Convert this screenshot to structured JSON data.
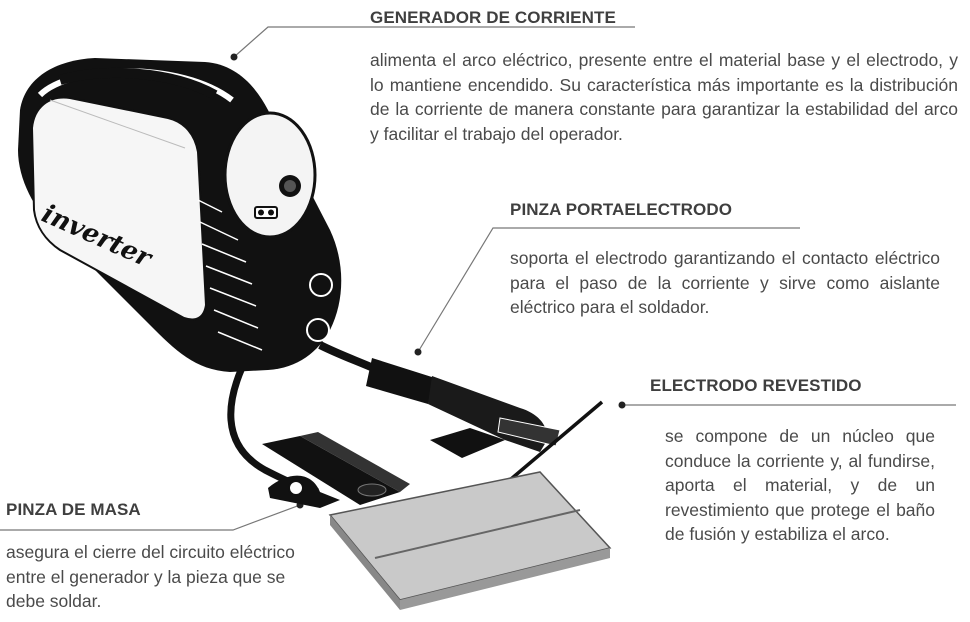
{
  "labels": {
    "generador": {
      "title": "GENERADOR DE CORRIENTE",
      "text": "alimenta el arco eléctrico, presente entre el material base y el electrodo, y lo mantiene encendido. Su característica más importante es la distribución de la corriente de manera constante para garantizar la estabilidad del arco y facilitar el trabajo del operador."
    },
    "portaelectrodo": {
      "title": "PINZA PORTAELECTRODO",
      "text": "soporta el electrodo garantizando el contacto eléctrico para el paso de la corriente y sirve como aislante eléctrico para el soldador."
    },
    "electrodo": {
      "title": "ELECTRODO REVESTIDO",
      "text": "se compone de un núcleo que conduce la corriente y, al fundirse, aporta el material, y de un revestimiento que protege el baño de fusión y estabiliza el arco."
    },
    "masa": {
      "title": "PINZA DE MASA",
      "text": "asegura el cierre del circuito eléctrico entre el generador y la pieza que se debe soldar."
    }
  },
  "machine_brand": "inverter"
}
